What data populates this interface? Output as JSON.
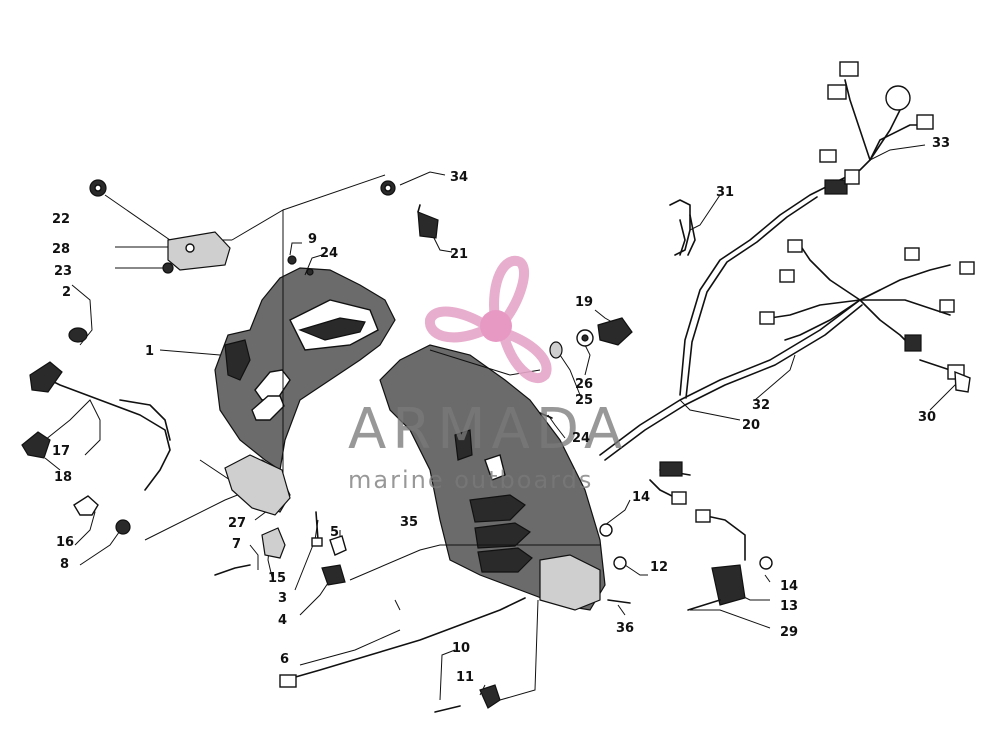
{
  "watermark": {
    "title": "ARMADA",
    "subtitle": "marine outboards",
    "logo_color": "#e6a6c8",
    "logo_center_color": "#e58fbe"
  },
  "callouts": [
    {
      "id": "c1",
      "text": "1"
    },
    {
      "id": "c2",
      "text": "2"
    },
    {
      "id": "c3",
      "text": "3"
    },
    {
      "id": "c4",
      "text": "4"
    },
    {
      "id": "c5",
      "text": "5"
    },
    {
      "id": "c6",
      "text": "6"
    },
    {
      "id": "c7",
      "text": "7"
    },
    {
      "id": "c8",
      "text": "8"
    },
    {
      "id": "c9",
      "text": "9"
    },
    {
      "id": "c10",
      "text": "10"
    },
    {
      "id": "c11",
      "text": "11"
    },
    {
      "id": "c12",
      "text": "12"
    },
    {
      "id": "c13",
      "text": "13"
    },
    {
      "id": "c14a",
      "text": "14"
    },
    {
      "id": "c14b",
      "text": "14"
    },
    {
      "id": "c15",
      "text": "15"
    },
    {
      "id": "c16",
      "text": "16"
    },
    {
      "id": "c17",
      "text": "17"
    },
    {
      "id": "c18",
      "text": "18"
    },
    {
      "id": "c19",
      "text": "19"
    },
    {
      "id": "c20",
      "text": "20"
    },
    {
      "id": "c21",
      "text": "21"
    },
    {
      "id": "c22",
      "text": "22"
    },
    {
      "id": "c23",
      "text": "23"
    },
    {
      "id": "c24a",
      "text": "24"
    },
    {
      "id": "c24b",
      "text": "24"
    },
    {
      "id": "c25",
      "text": "25"
    },
    {
      "id": "c26",
      "text": "26"
    },
    {
      "id": "c27",
      "text": "27"
    },
    {
      "id": "c28",
      "text": "28"
    },
    {
      "id": "c29",
      "text": "29"
    },
    {
      "id": "c30",
      "text": "30"
    },
    {
      "id": "c31",
      "text": "31"
    },
    {
      "id": "c32",
      "text": "32"
    },
    {
      "id": "c33",
      "text": "33"
    },
    {
      "id": "c34",
      "text": "34"
    },
    {
      "id": "c35",
      "text": "35"
    },
    {
      "id": "c36",
      "text": "36"
    }
  ]
}
